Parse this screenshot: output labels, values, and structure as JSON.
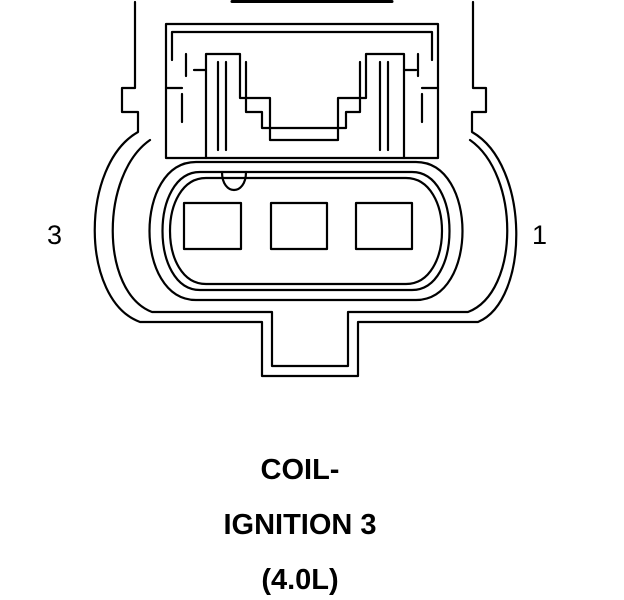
{
  "pins": {
    "left": "3",
    "right": "1"
  },
  "caption": {
    "line1": "COIL-",
    "line2": "IGNITION 3",
    "line3": "(4.0L)"
  },
  "colors": {
    "line": "#000000",
    "background": "#ffffff"
  }
}
